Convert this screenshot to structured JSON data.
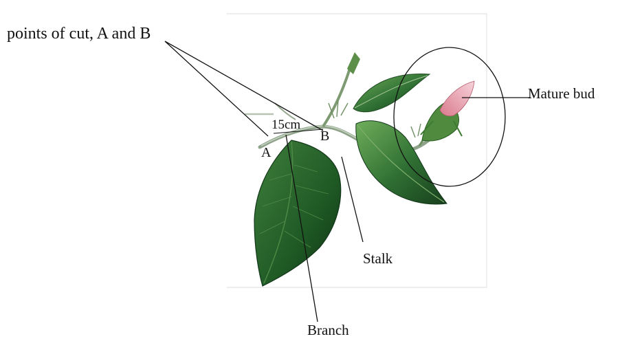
{
  "labels": {
    "points_of_cut": "points of cut, A and B",
    "length": "15cm",
    "point_a": "A",
    "point_b": "B",
    "mature_bud": "Mature bud",
    "stalk": "Stalk",
    "branch": "Branch"
  },
  "colors": {
    "leaf_dark": "#1f5a25",
    "leaf_light": "#5d9a4a",
    "stem": "#8fa38a",
    "bud_pink": "#e8a0ae",
    "line": "#111111",
    "frame": "#e4e4e4"
  }
}
